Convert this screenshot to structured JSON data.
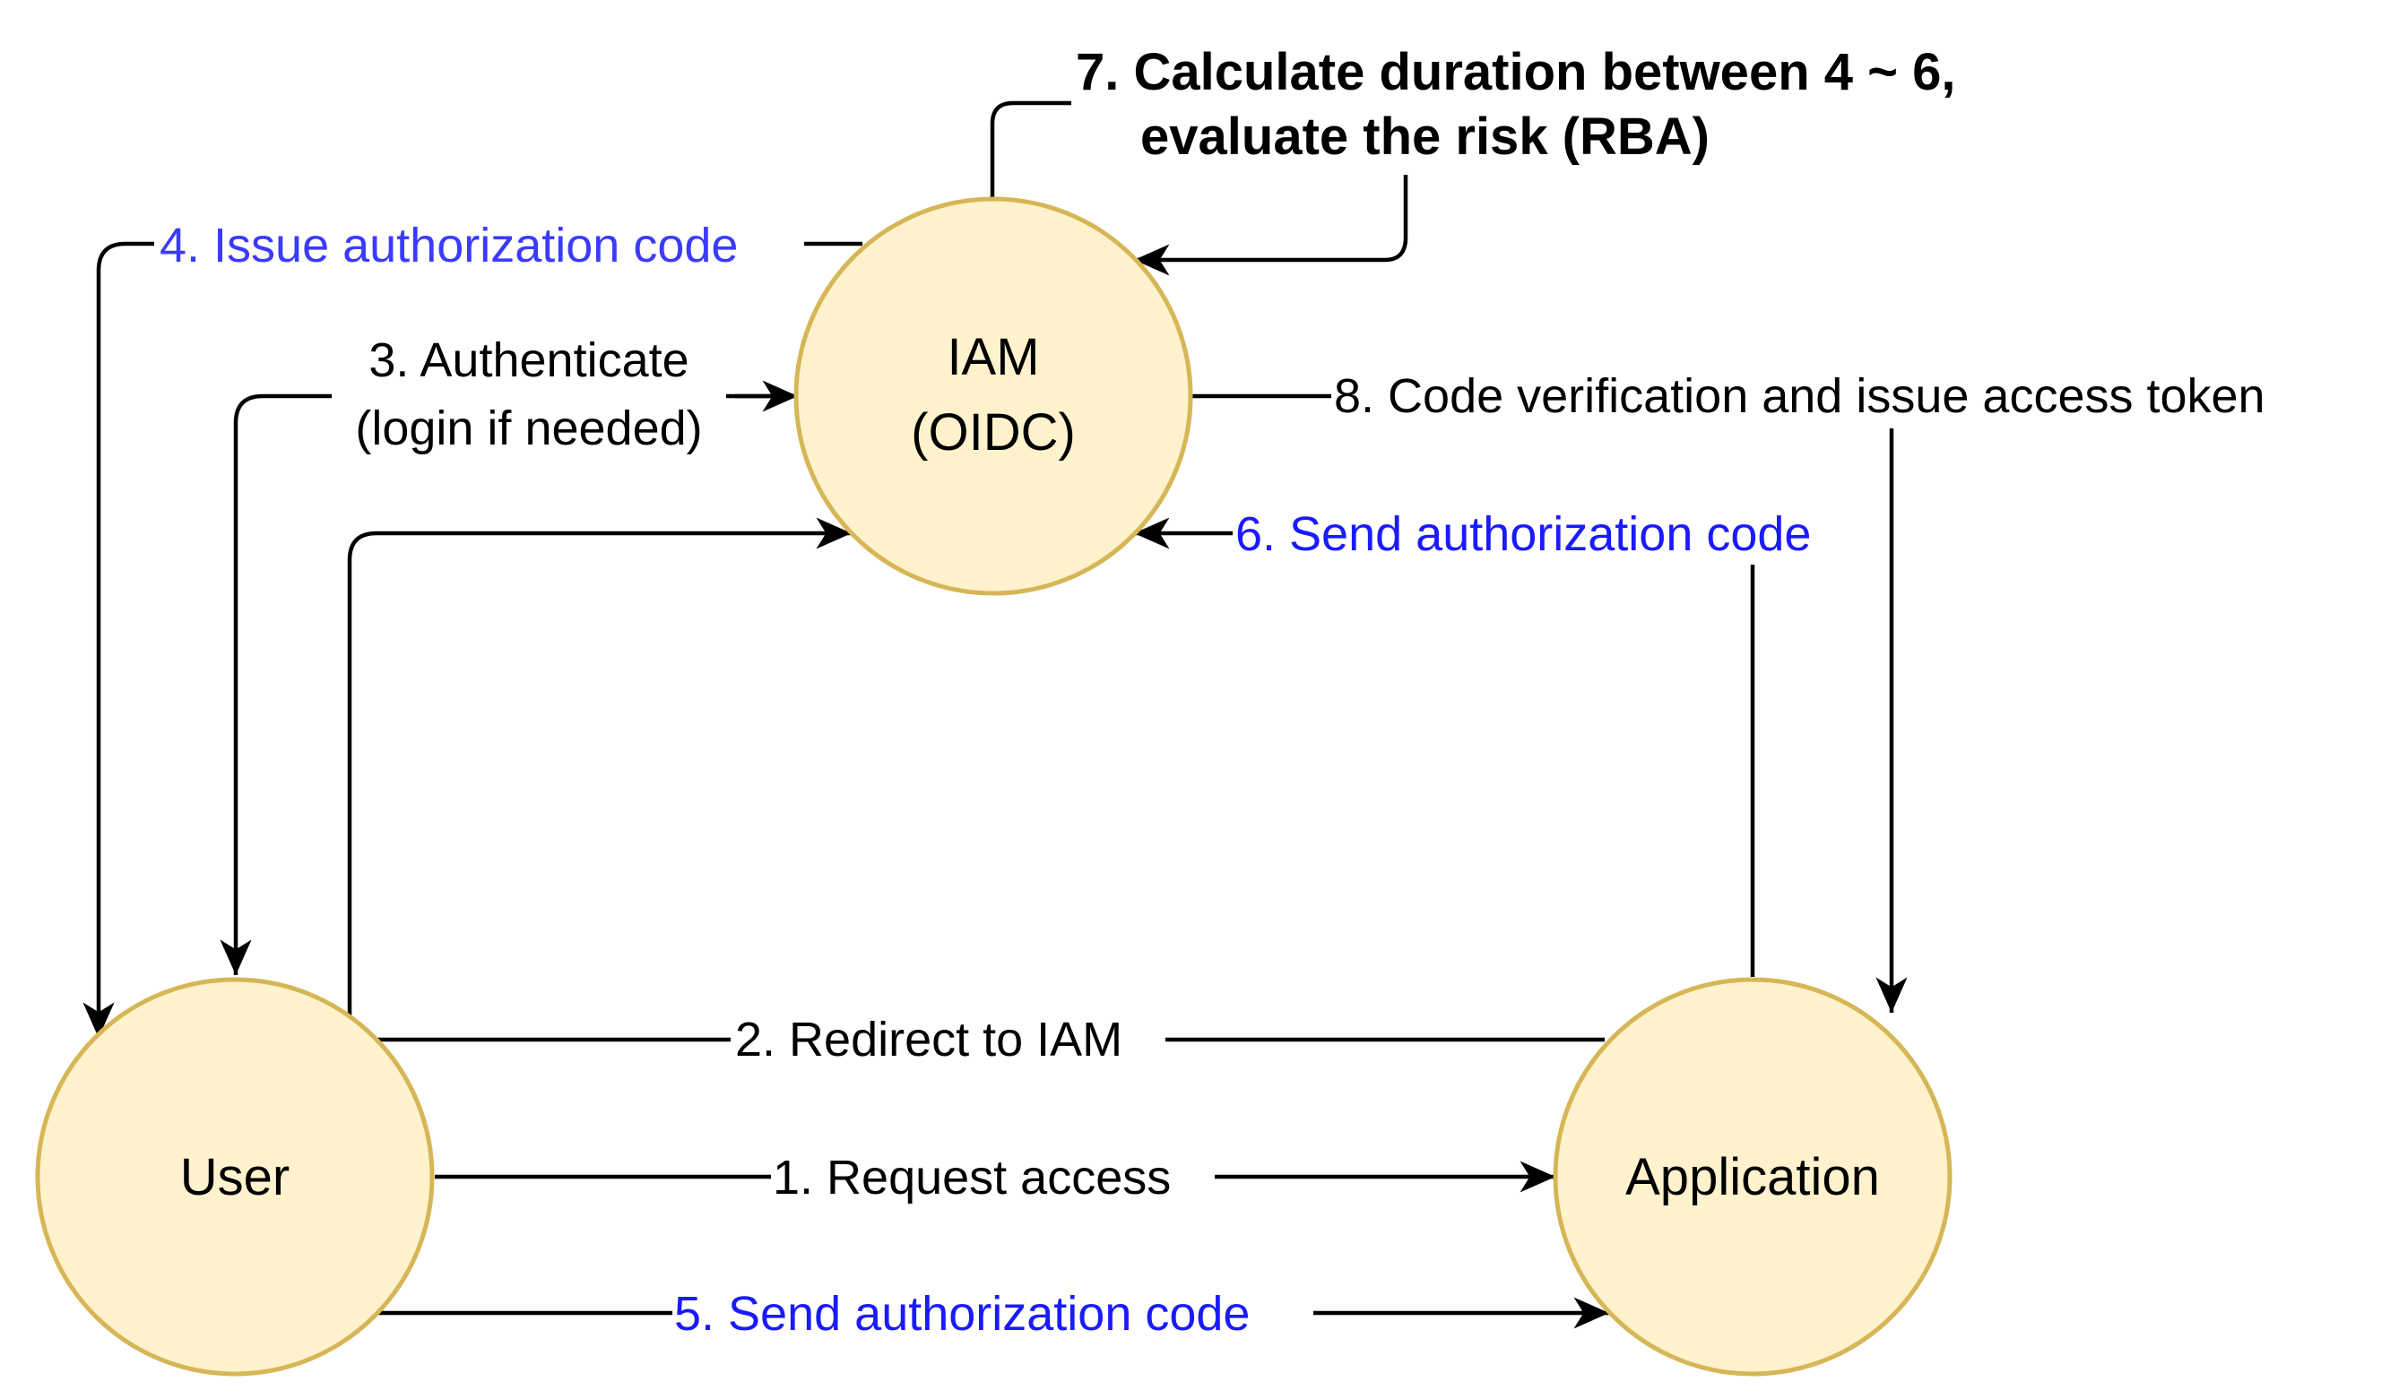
{
  "nodes": {
    "iam": {
      "line1": "IAM",
      "line2": "(OIDC)"
    },
    "user": {
      "label": "User"
    },
    "application": {
      "label": "Application"
    }
  },
  "edges": {
    "e1": {
      "label": "1. Request access"
    },
    "e2": {
      "label": "2. Redirect to IAM"
    },
    "e3": {
      "line1": "3. Authenticate",
      "line2": "(login if needed)"
    },
    "e4": {
      "label": "4. Issue authorization code"
    },
    "e5": {
      "label": "5. Send authorization code"
    },
    "e6": {
      "label": "6. Send authorization code"
    },
    "e7": {
      "line1": "7. Calculate duration between 4 ~ 6,",
      "line2": "evaluate the risk (RBA)"
    },
    "e8": {
      "label": "8. Code verification and issue access token"
    }
  },
  "colors": {
    "node_fill": "#fff2cc",
    "node_stroke": "#d6b656",
    "edge_black": "#000000",
    "label_blue": "#1a1aff"
  }
}
